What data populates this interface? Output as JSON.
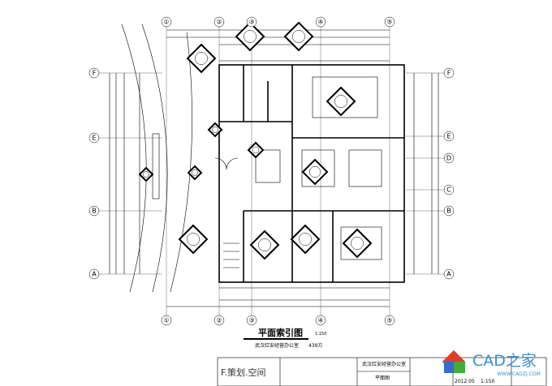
{
  "axes": {
    "columns": [
      "①",
      "②",
      "③",
      "④",
      "⑤"
    ],
    "rows_left": [
      "F",
      "E",
      "B",
      "A"
    ],
    "rows_right": [
      "F",
      "E",
      "D",
      "C",
      "B",
      "A"
    ]
  },
  "caption": {
    "title": "平面索引图",
    "scale": "1:150",
    "subtitle": "武汉红安经营办公室",
    "area": "439方"
  },
  "title_block": {
    "firm_mark": "F.策划.空间",
    "project_name": "武汉红安经营办公室",
    "drawing_name": "平面图",
    "date": "2012.05",
    "scale": "1:150"
  },
  "watermark": {
    "brand": "CAD之家",
    "url": "WWW.CADZJ.COM",
    "colors": {
      "text": "#3a8fd8",
      "cube_red": "#e23b2a",
      "cube_green": "#3fae3a",
      "cube_blue": "#2f6fd0"
    }
  }
}
